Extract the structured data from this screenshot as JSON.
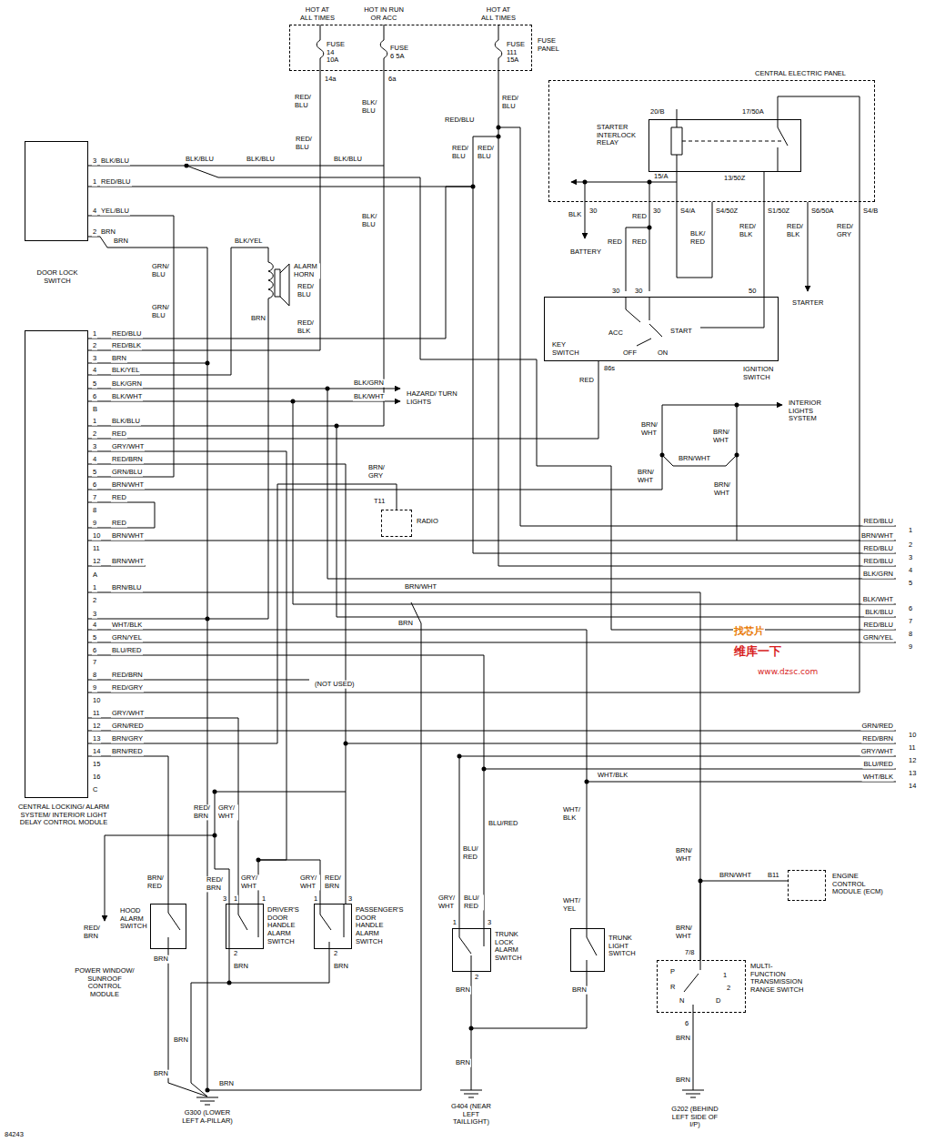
{
  "diagram": {
    "nodes": [
      {
        "text": [
          "FUSE PANEL"
        ]
      },
      {
        "text": [
          "CENTRAL ELECTRIC PANEL"
        ]
      },
      {
        "text": [
          "STARTER INTERLOCK RELAY"
        ],
        "in": 1
      },
      {
        "text": [
          "DOOR LOCK SWITCH"
        ]
      },
      {
        "text": [
          "KEY SWITCH",
          "IGNITION SWITCH"
        ]
      },
      {
        "text": [
          "CENTRAL LOCKING/ ALARM SYSTEM/ INTERIOR LIGHT DELAY CONTROL MODULE"
        ]
      },
      {
        "text": [
          "RADIO"
        ]
      },
      {
        "text": [
          "HOOD ALARM SWITCH"
        ]
      },
      {
        "text": [
          "DRIVER'S DOOR HANDLE ALARM SWITCH"
        ]
      },
      {
        "text": [
          "PASSENGER'S DOOR HANDLE ALARM SWITCH"
        ]
      },
      {
        "text": [
          "TRUNK LOCK ALARM SWITCH"
        ]
      },
      {
        "text": [
          "TRUNK LIGHT SWITCH"
        ]
      },
      {
        "text": [
          "ENGINE CONTROL MODULE (ECM)"
        ]
      },
      {
        "text": [
          "MULTI-FUNCTION TRANSMISSION RANGE SWITCH"
        ]
      }
    ],
    "edges": [
      {
        "from": 0,
        "to": 3,
        "arrow": "none"
      },
      {
        "from": 0,
        "to": 5,
        "arrow": "none"
      },
      {
        "from": 0,
        "to": 5,
        "arrow": "none"
      },
      {
        "from": 3,
        "to": 5,
        "arrow": "none"
      },
      {
        "from": 4,
        "to": 1,
        "arrow": "none"
      },
      {
        "from": 5,
        "to": 7,
        "arrow": "none"
      },
      {
        "from": 5,
        "to": 8,
        "arrow": "none"
      },
      {
        "from": 5,
        "to": 9,
        "arrow": "none"
      },
      {
        "from": 5,
        "to": 10,
        "arrow": "none"
      },
      {
        "from": 5,
        "to": 11,
        "arrow": "none"
      },
      {
        "from": 5,
        "to": 13,
        "arrow": "none"
      },
      {
        "from": 12,
        "to": 13,
        "arrow": "none"
      },
      {
        "from": 5,
        "to": 6,
        "arrow": "none"
      },
      {
        "from": 4,
        "to": 5,
        "arrow": "none"
      }
    ],
    "labels": [
      "HOT AT ALL TIMES",
      "HOT IN RUN OR ACC",
      "HOT AT ALL TIMES",
      "FUSE 14 10A",
      "FUSE 6 5A",
      "FUSE 111 15A",
      "14a",
      "6a",
      "RED/ BLU",
      "BLK/ BLU",
      "RED/BLU",
      "RED/ BLU",
      "RED/ BLU",
      "RED/ BLU",
      "RED/ BLU",
      "BLK/BLU",
      "BLK/BLU",
      "BLK/BLU",
      "BLK/ BLU",
      "3",
      "BLK/BLU",
      "1",
      "RED/BLU",
      "4",
      "YEL/BLU",
      "2",
      "BRN",
      "BRN",
      "GRN/ BLU",
      "GRN/ BLU",
      "BLK/YEL",
      "ALARM HORN",
      "BRN",
      "RED/ BLU",
      "RED/ BLK",
      "20/B",
      "17/50A",
      "15/A",
      "13/50Z",
      "S4/A",
      "S4/50Z",
      "S1/50Z",
      "S6/50A",
      "S4/B",
      "30",
      "30",
      "BLK",
      "BATTERY",
      "RED",
      "RED",
      "RED",
      "BLK/ RED",
      "RED/ BLK",
      "RED/ BLK",
      "RED/ GRY",
      "STARTER",
      "30",
      "30",
      "50",
      "ACC",
      "OFF",
      "ON",
      "START",
      "86s",
      "RED",
      "1",
      "RED/BLU",
      "2",
      "RED/BLK",
      "3",
      "BRN",
      "4",
      "BLK/YEL",
      "5",
      "BLK/GRN",
      "6",
      "BLK/WHT",
      "B",
      "1",
      "BLK/BLU",
      "2",
      "RED",
      "3",
      "GRY/WHT",
      "4",
      "RED/BRN",
      "5",
      "GRN/BLU",
      "6",
      "BRN/WHT",
      "7",
      "RED",
      "8",
      "9",
      "RED",
      "10",
      "BRN/WHT",
      "11",
      "12",
      "BRN/WHT",
      "A",
      "1",
      "BRN/BLU",
      "2",
      "3",
      "4",
      "WHT/BLK",
      "5",
      "GRN/YEL",
      "6",
      "BLU/RED",
      "7",
      "8",
      "RED/BRN",
      "9",
      "RED/GRY",
      "10",
      "11",
      "GRY/WHT",
      "12",
      "GRN/RED",
      "13",
      "BRN/GRY",
      "14",
      "BRN/RED",
      "15",
      "16",
      "C",
      "BLK/GRN",
      "BLK/WHT",
      "HAZARD/ TURN LIGHTS",
      "BRN/ GRY",
      "T11",
      "INTERIOR LIGHTS SYSTEM",
      "BRN/ WHT",
      "BRN/ WHT",
      "BRN/WHT",
      "BRN/ WHT",
      "BRN/ WHT",
      "RED/BLU",
      "1",
      "BRN/WHT",
      "2",
      "RED/BLU",
      "3",
      "RED/BLU",
      "4",
      "BLK/GRN",
      "5",
      "BLK/WHT",
      "6",
      "BLK/BLU",
      "7",
      "RED/BLU",
      "8",
      "GRN/YEL",
      "9",
      "GRN/RED",
      "10",
      "RED/BRN",
      "11",
      "GRY/WHT",
      "12",
      "BLU/RED",
      "13",
      "WHT/BLK",
      "14",
      "BRN/WHT",
      "BRN",
      "(NOT USED)",
      "BLU/ RED",
      "BLU/RED",
      "WHT/BLK",
      "WHT/ BLK",
      "WHT/ YEL",
      "GRY/ WHT",
      "BLU/ RED",
      "1",
      "3",
      "2",
      "BRN",
      "BRN",
      "BRN",
      "G404 (NEAR LEFT TAILLIGHT)",
      "BRN/ WHT",
      "BRN/WHT",
      "B11",
      "BRN/ WHT",
      "7/8",
      "P",
      "R",
      "N",
      "D",
      "1",
      "2",
      "6",
      "BRN",
      "BRN",
      "G202 (BEHIND LEFT SIDE OF I/P)",
      "RED/ BRN",
      "GRY/ WHT",
      "RED/ BRN",
      "GRY/ WHT",
      "GRY/ WHT",
      "RED/ BRN",
      "BRN/ RED",
      "RED/ BRN",
      "POWER WINDOW/ SUNROOF CONTROL MODULE",
      "3",
      "1",
      "1",
      "2",
      "1",
      "3",
      "2",
      "BRN",
      "BRN",
      "BRN",
      "BRN",
      "BRN",
      "BRN",
      "G300 (LOWER LEFT A-PILLAR)",
      "84243",
      "找芯片",
      "维库一下",
      "www.dzsc.com"
    ]
  }
}
